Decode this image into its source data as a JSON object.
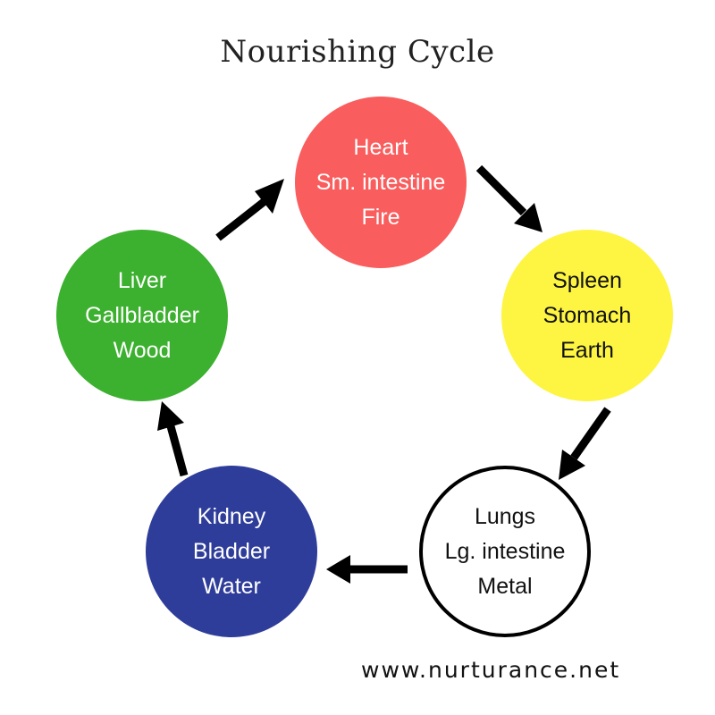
{
  "title": "Nourishing Cycle",
  "footer": "www.nurturance.net",
  "nodes": {
    "fire": {
      "lines": [
        "Heart",
        "Sm. intestine",
        "Fire"
      ],
      "fill": "#f95d5d",
      "text_color": "#ffffff"
    },
    "earth": {
      "lines": [
        "Spleen",
        "Stomach",
        "Earth"
      ],
      "fill": "#fdf542",
      "text_color": "#111111"
    },
    "metal": {
      "lines": [
        "Lungs",
        "Lg. intestine",
        "Metal"
      ],
      "fill": "#ffffff",
      "text_color": "#111111"
    },
    "water": {
      "lines": [
        "Kidney",
        "Bladder",
        "Water"
      ],
      "fill": "#2f3d9a",
      "text_color": "#ffffff"
    },
    "wood": {
      "lines": [
        "Liver",
        "Gallbladder",
        "Wood"
      ],
      "fill": "#3cb02f",
      "text_color": "#ffffff"
    }
  },
  "arrow_color": "#000000"
}
